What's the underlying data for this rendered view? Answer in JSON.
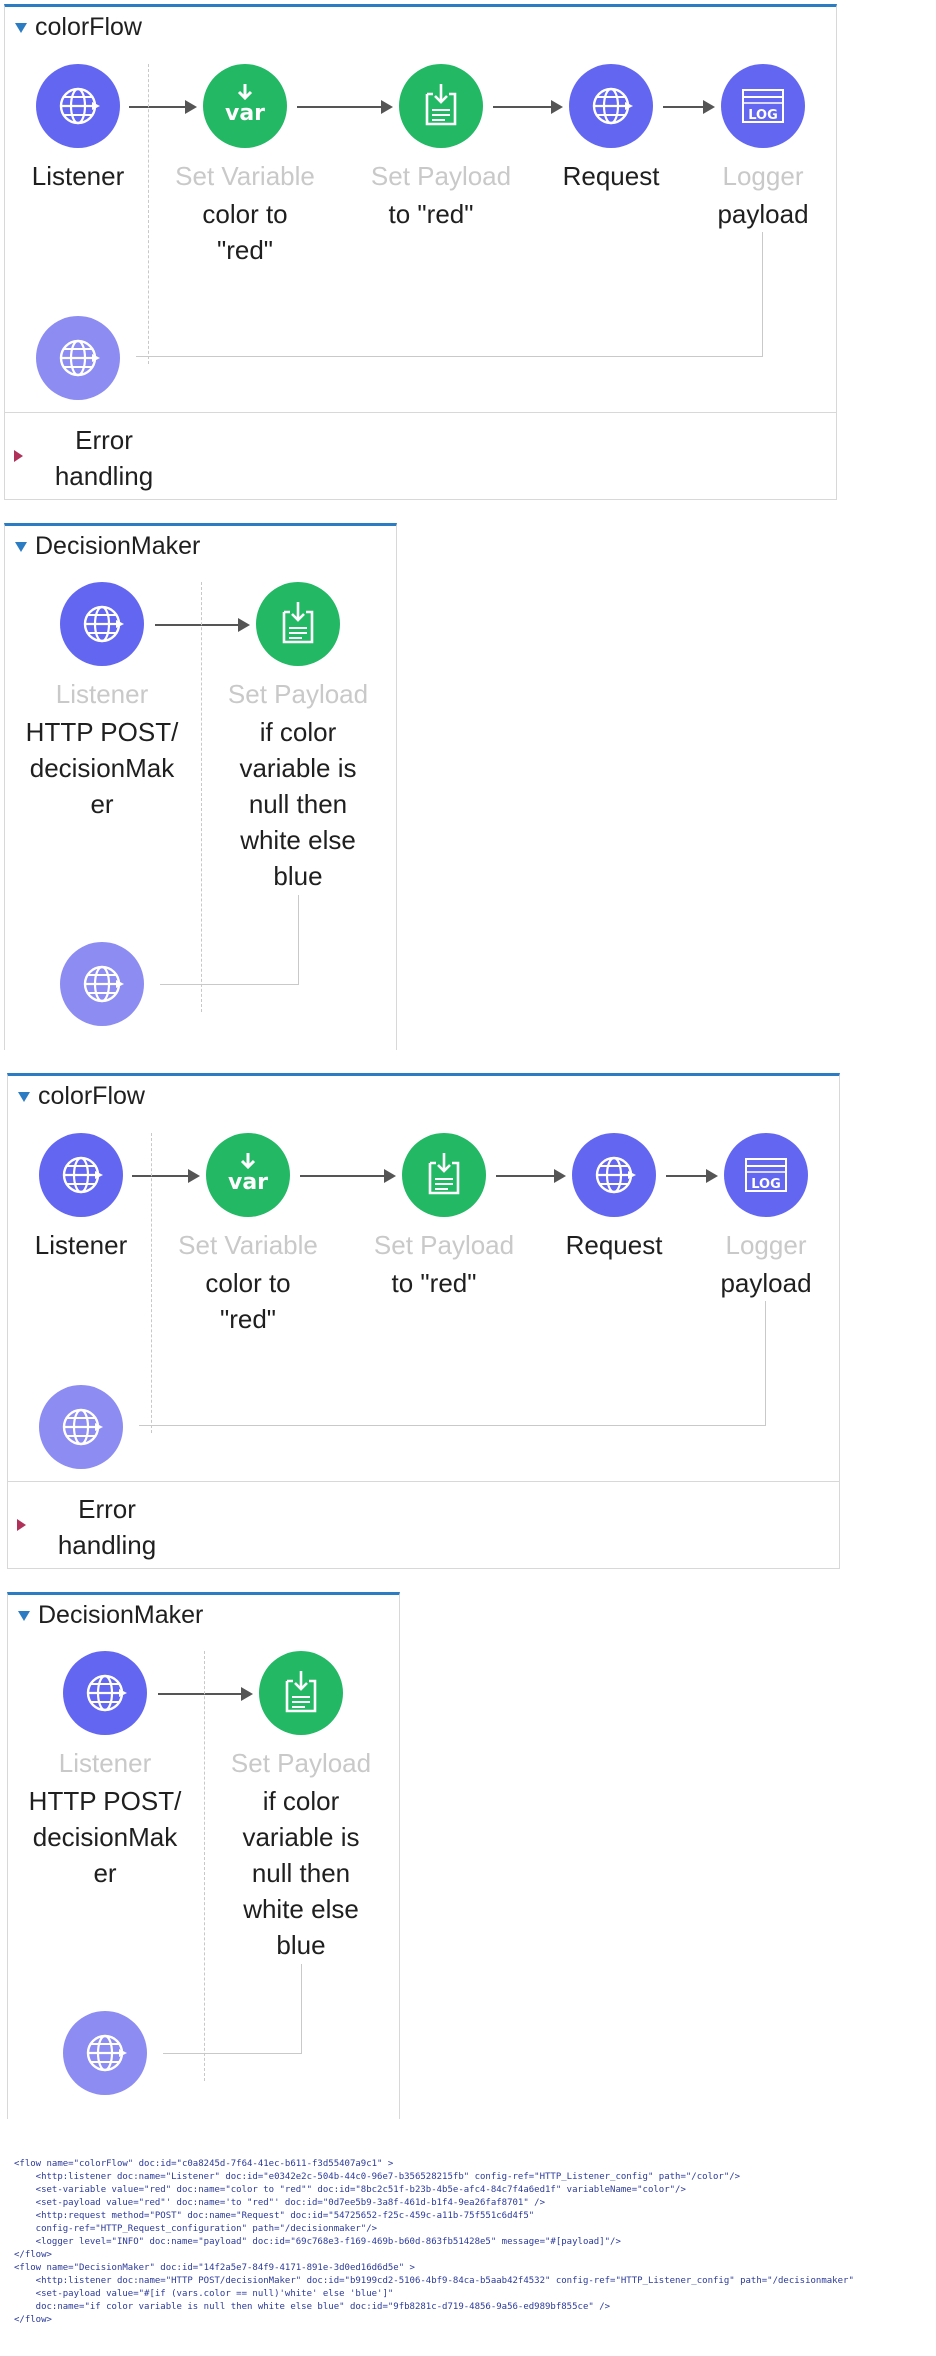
{
  "flows": [
    {
      "title": "colorFlow",
      "nodes": [
        {
          "label": "Listener",
          "desc": "",
          "icon": "globe-icon"
        },
        {
          "label": "Set Variable",
          "desc": "color to\n\"red\"",
          "icon": "var-icon"
        },
        {
          "label": "Set Payload",
          "desc": "to \"red\"",
          "icon": "payload-icon"
        },
        {
          "label": "Request",
          "desc": "",
          "icon": "globe-icon"
        },
        {
          "label": "Logger",
          "desc": "payload",
          "icon": "log-icon"
        }
      ],
      "error_label": "Error\nhandling"
    },
    {
      "title": "DecisionMaker",
      "nodes": [
        {
          "label": "Listener",
          "desc": "HTTP POST/\ndecisionMak\ner",
          "icon": "globe-icon"
        },
        {
          "label": "Set Payload",
          "desc": "if color\nvariable is\nnull then\nwhite else\nblue",
          "icon": "payload-icon"
        }
      ]
    },
    {
      "title": "colorFlow",
      "nodes": [
        {
          "label": "Listener",
          "desc": "",
          "icon": "globe-icon"
        },
        {
          "label": "Set Variable",
          "desc": "color to\n\"red\"",
          "icon": "var-icon"
        },
        {
          "label": "Set Payload",
          "desc": "to \"red\"",
          "icon": "payload-icon"
        },
        {
          "label": "Request",
          "desc": "",
          "icon": "globe-icon"
        },
        {
          "label": "Logger",
          "desc": "payload",
          "icon": "log-icon"
        }
      ],
      "error_label": "Error\nhandling"
    },
    {
      "title": "DecisionMaker",
      "nodes": [
        {
          "label": "Listener",
          "desc": "HTTP POST/\ndecisionMak\ner",
          "icon": "globe-icon"
        },
        {
          "label": "Set Payload",
          "desc": "if color\nvariable is\nnull then\nwhite else\nblue",
          "icon": "payload-icon"
        }
      ]
    }
  ],
  "code": [
    "<flow name=\"colorFlow\" doc:id=\"c0a8245d-7f64-41ec-b611-f3d55407a9c1\" >",
    "    <http:listener doc:name=\"Listener\" doc:id=\"e0342e2c-504b-44c0-96e7-b356528215fb\" config-ref=\"HTTP_Listener_config\" path=\"/color\"/>",
    "    <set-variable value=\"red\" doc:name=\"color to \"red\"\" doc:id=\"8bc2c51f-b23b-4b5e-afc4-84c7f4a6ed1f\" variableName=\"color\"/>",
    "    <set-payload value=\"red\"' doc:name='to \"red\"' doc:id=\"0d7ee5b9-3a8f-461d-b1f4-9ea26faf8701\" />",
    "    <http:request method=\"POST\" doc:name=\"Request\" doc:id=\"54725652-f25c-459c-a11b-75f551c6d4f5\"",
    "    config-ref=\"HTTP_Request_configuration\" path=\"/decisionmaker\"/>",
    "    <logger level=\"INFO\" doc:name=\"payload\" doc:id=\"69c768e3-f169-469b-b60d-863fb51428e5\" message=\"#[payload]\"/>",
    "</flow>",
    "<flow name=\"DecisionMaker\" doc:id=\"14f2a5e7-84f9-4171-891e-3d0ed16d6d5e\" >",
    "    <http:listener doc:name=\"HTTP POST/decisionMaker\" doc:id=\"b9199cd2-5106-4bf9-84ca-b5aab42f4532\" config-ref=\"HTTP_Listener_config\" path=\"/decisionmaker\"",
    "    <set-payload value=\"#[if (vars.color == null)'white' else 'blue']\"",
    "    doc:name=\"if color variable is null then white else blue\" doc:id=\"9fb8281c-d719-4856-9a56-ed989bf855ce\" />",
    "</flow>"
  ],
  "colors": {
    "accent": "#2c7cc4",
    "connector": "#6366f1",
    "processor": "#22b864",
    "error": "#b0315a"
  }
}
